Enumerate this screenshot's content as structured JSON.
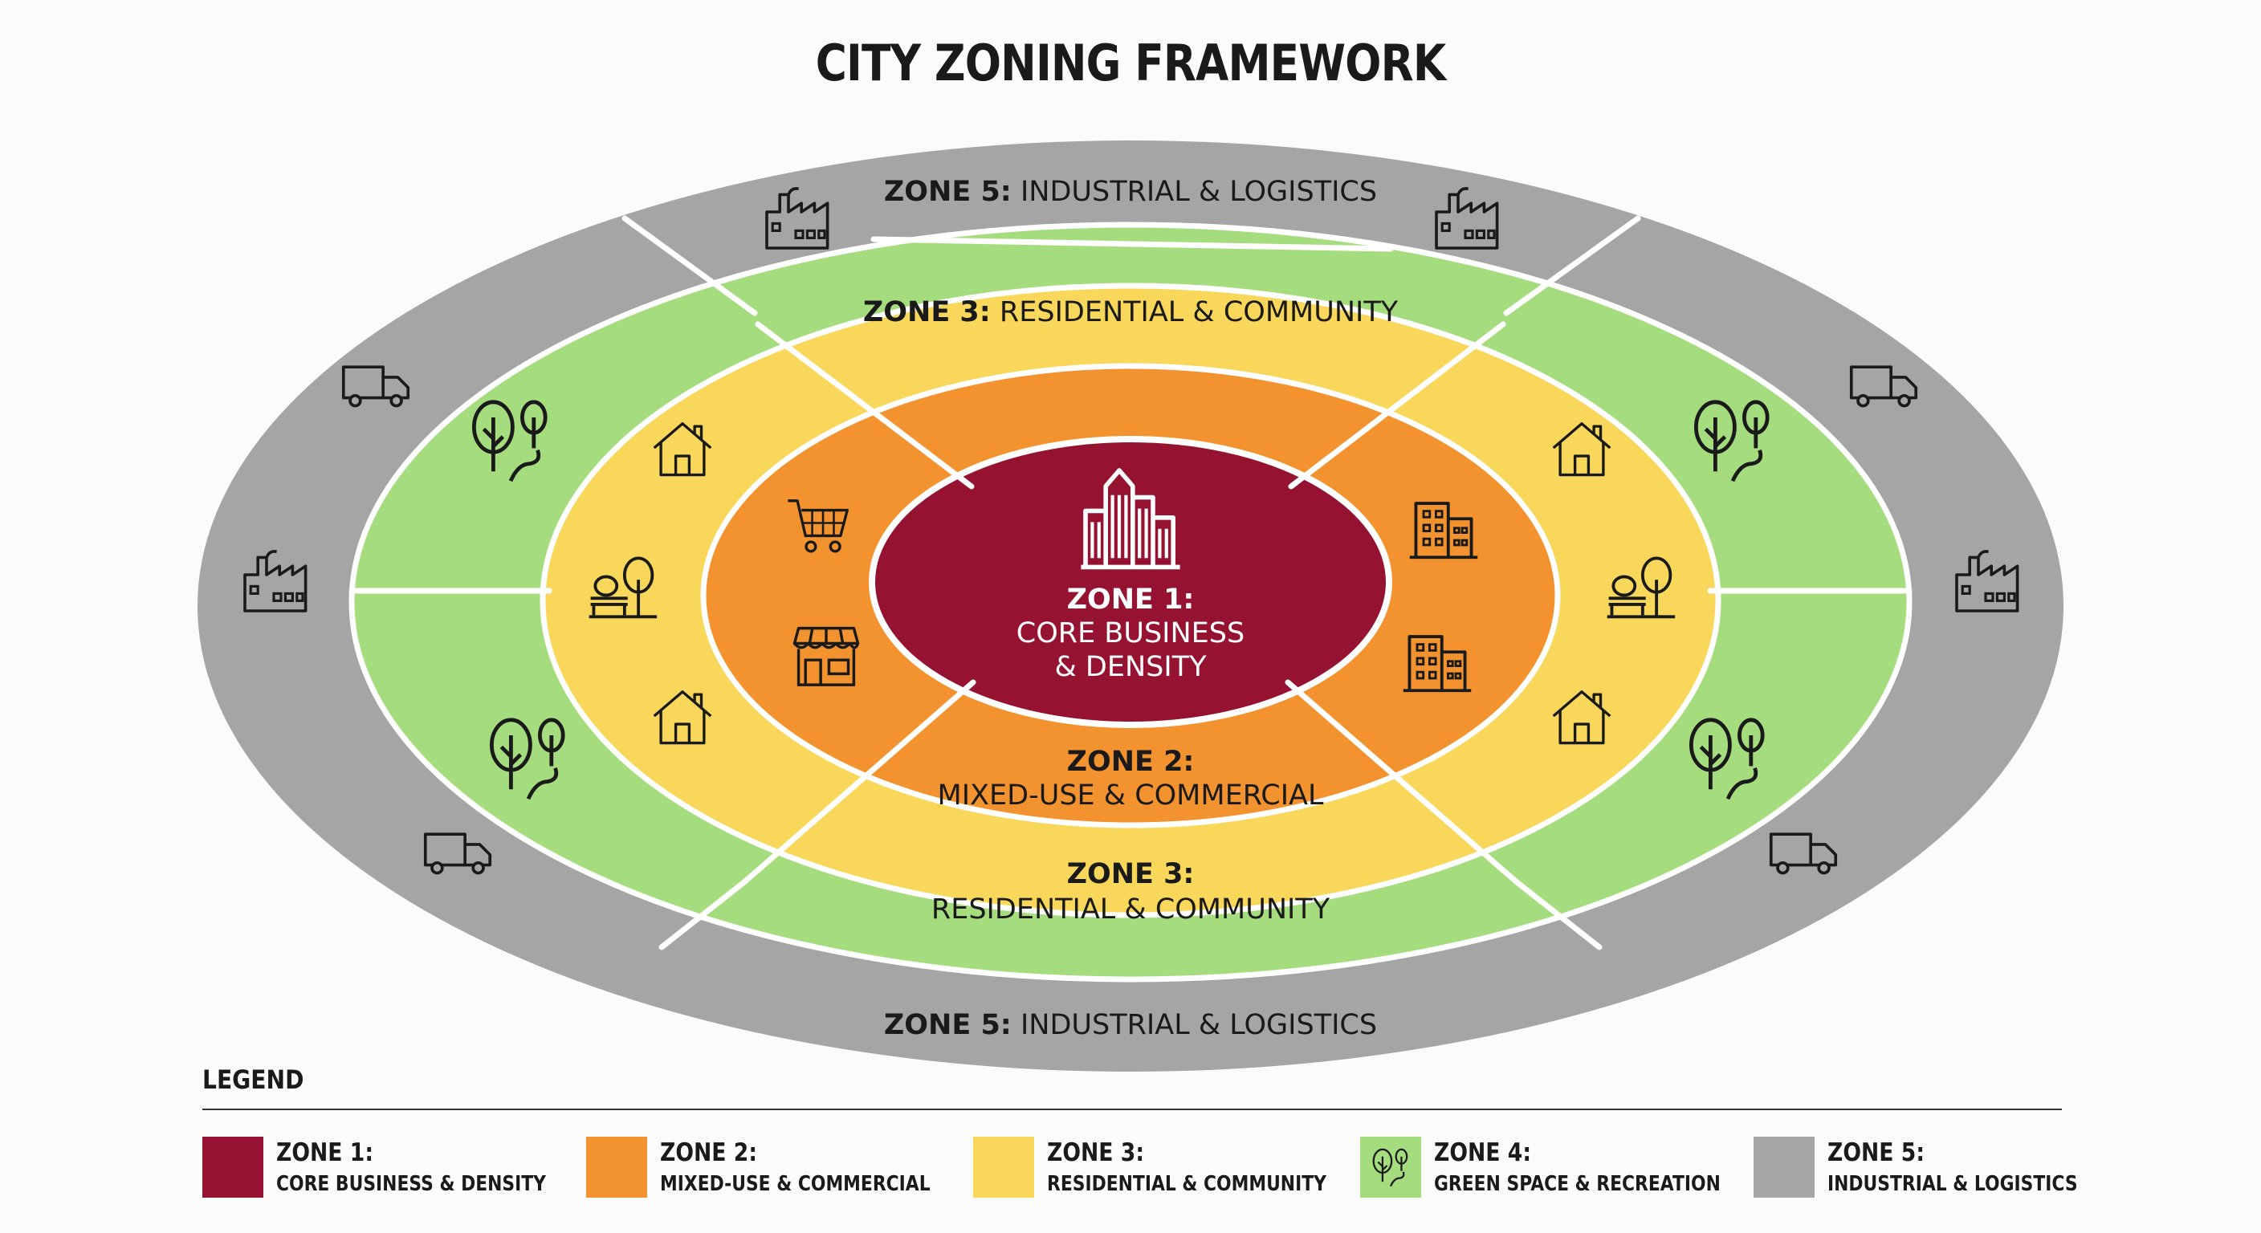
{
  "title": "CITY ZONING FRAMEWORK",
  "colors": {
    "zone1": "#951330",
    "zone2": "#f39330",
    "zone3": "#f9d75a",
    "zone4": "#a5dc7e",
    "zone5": "#a5a5a5"
  },
  "labels": {
    "zone5_top": {
      "num": "ZONE 5:",
      "name": "INDUSTRIAL & LOGISTICS"
    },
    "zone3_top": {
      "num": "ZONE 3:",
      "name": "RESIDENTIAL & COMMUNITY"
    },
    "zone1": {
      "num": "ZONE 1:",
      "line1": "CORE BUSINESS",
      "line2": "& DENSITY"
    },
    "zone2": {
      "num": "ZONE 2:",
      "name": "MIXED-USE & COMMERCIAL"
    },
    "zone3_bottom": {
      "num": "ZONE 3:",
      "name": "RESIDENTIAL & COMMUNITY"
    },
    "zone5_bottom": {
      "num": "ZONE 5:",
      "name": "INDUSTRIAL & LOGISTICS"
    }
  },
  "icons": {
    "zone1": [
      "skyscrapers-icon"
    ],
    "zone2": [
      "shopping-cart-icon",
      "storefront-icon",
      "office-building-icon",
      "office-building-icon"
    ],
    "zone3": [
      "house-icon",
      "park-bench-icon",
      "house-icon",
      "house-icon",
      "park-bench-icon",
      "house-icon"
    ],
    "zone4": [
      "trees-path-icon",
      "trees-path-icon",
      "trees-path-icon",
      "trees-path-icon"
    ],
    "zone5": [
      "factory-icon",
      "factory-icon",
      "factory-icon",
      "factory-icon",
      "truck-icon",
      "truck-icon",
      "truck-icon",
      "truck-icon"
    ]
  },
  "legend": {
    "title": "LEGEND",
    "items": [
      {
        "zone": "ZONE 1:",
        "desc": "CORE BUSINESS & DENSITY",
        "color": "#951330",
        "icon": ""
      },
      {
        "zone": "ZONE 2:",
        "desc": "MIXED-USE & COMMERCIAL",
        "color": "#f39330",
        "icon": ""
      },
      {
        "zone": "ZONE 3:",
        "desc": "RESIDENTIAL & COMMUNITY",
        "color": "#f9d75a",
        "icon": ""
      },
      {
        "zone": "ZONE 4:",
        "desc": "GREEN SPACE & RECREATION",
        "color": "#a5dc7e",
        "icon": "trees-path-icon"
      },
      {
        "zone": "ZONE 5:",
        "desc": "INDUSTRIAL & LOGISTICS",
        "color": "#a5a5a5",
        "icon": ""
      }
    ]
  }
}
